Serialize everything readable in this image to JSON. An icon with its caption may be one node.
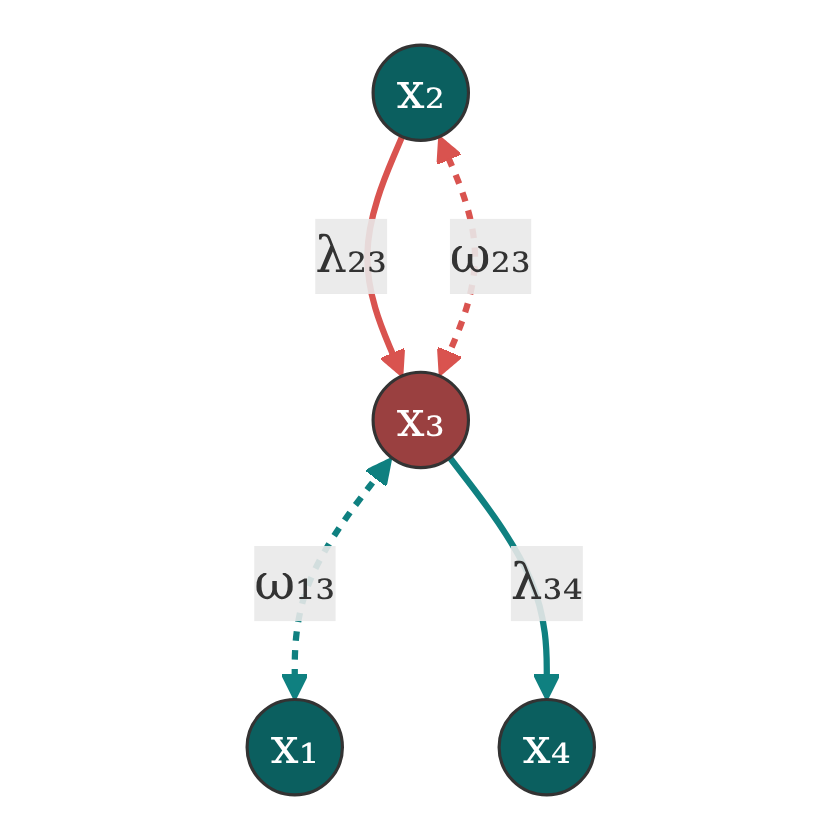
{
  "diagram": {
    "nodes": [
      {
        "text": [
          "x₁"
        ]
      },
      {
        "text": [
          "x₂"
        ]
      },
      {
        "text": [
          "x₃"
        ]
      },
      {
        "text": [
          "x₄"
        ]
      }
    ],
    "edges": [
      {
        "from": 2,
        "to": 0,
        "arrow": "both",
        "label": "ω₁₃",
        "style": "dashed",
        "color": "#0f8080"
      },
      {
        "from": 2,
        "to": 1,
        "arrow": "both",
        "label": "ω₂₃",
        "style": "dashed",
        "color": "#d9534f"
      },
      {
        "from": 1,
        "to": 2,
        "arrow": "to",
        "label": "λ₂₃",
        "color": "#d9534f"
      },
      {
        "from": 2,
        "to": 3,
        "arrow": "to",
        "label": "λ₃₄",
        "color": "#0f8080"
      }
    ]
  }
}
